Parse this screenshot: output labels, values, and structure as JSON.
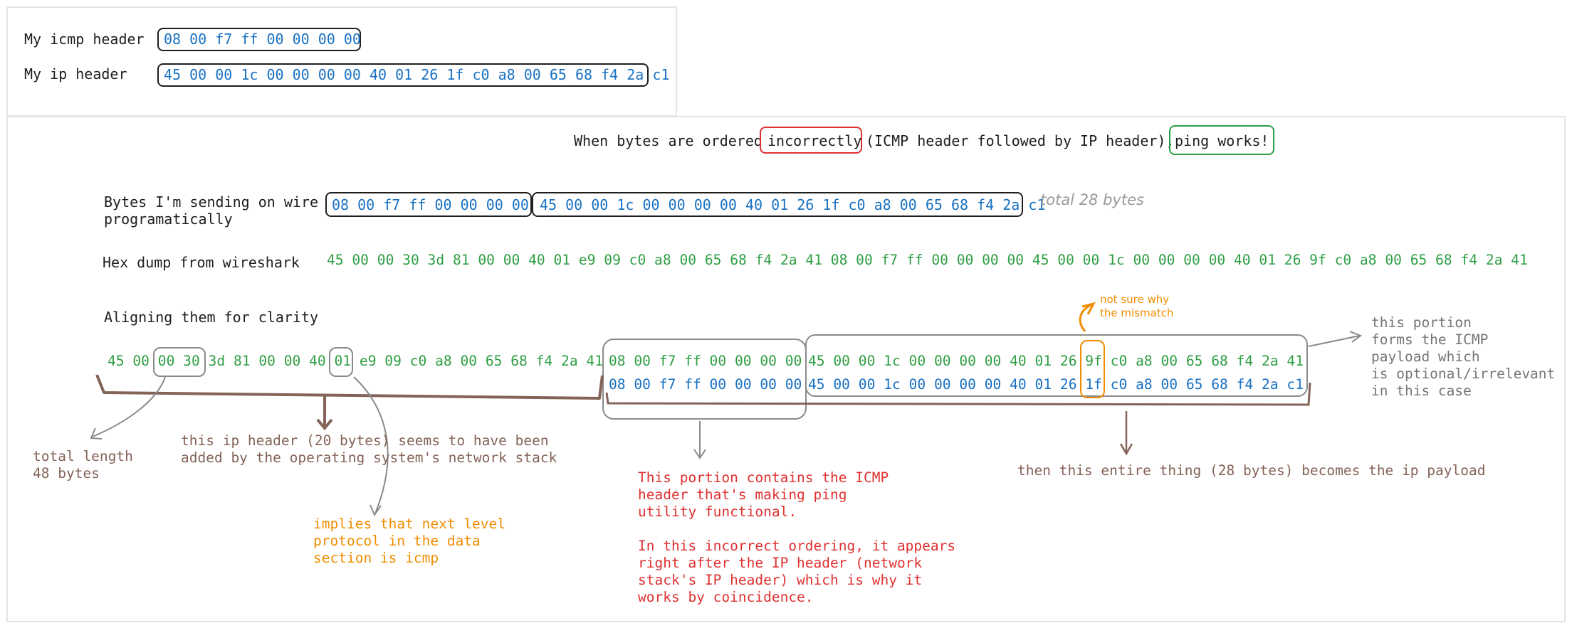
{
  "top_panel": {
    "icmp_label": "My icmp header",
    "icmp_hex": "08 00 f7 ff 00 00 00 00",
    "ip_label": "My ip header",
    "ip_hex": "45 00 00 1c 00 00 00 00 40 01 26 1f c0 a8 00 65 68 f4 2a c1"
  },
  "main": {
    "title_before": "When bytes are ordered",
    "title_word": "incorrectly",
    "title_middle": "(ICMP header followed by IP header),",
    "title_end": "ping works!",
    "sending_label": "Bytes I'm sending on wire\nprogramatically",
    "sending_icmp_hex": "08 00 f7 ff 00 00 00 00",
    "sending_ip_hex": "45 00 00 1c 00 00 00 00 40 01 26 1f c0 a8 00 65 68 f4 2a c1",
    "total_note": "total 28 bytes",
    "wireshark_label": "Hex dump from wireshark",
    "wireshark_hex": "45 00 00 30 3d 81 00 00 40 01 e9 09 c0 a8 00 65 68 f4 2a 41 08 00 f7 ff 00 00 00 00 45 00 00 1c 00 00 00 00 40 01 26 9f c0 a8 00 65 68 f4 2a 41",
    "align_label": "Aligning them for clarity",
    "align_top": {
      "p1": "45 00 ",
      "p2": "00 30",
      "p3": " 3d 81 00 00 40 ",
      "p4": "01",
      "p5": " e9 09 c0 a8 00 65 68 f4 2a 41",
      "icmp": "08 00 f7 ff 00 00 00 00",
      "ip_a": "45 00 00 1c 00 00 00 00 40 01 26 ",
      "ip_b": "9f",
      "ip_c": " c0 a8 00 65 68 f4 2a 41"
    },
    "align_bottom": {
      "icmp": "08 00 f7 ff 00 00 00 00",
      "ip_a": "45 00 00 1c 00 00 00 00 40 01 26 ",
      "ip_b": "1f",
      "ip_c": " c0 a8 00 65 68 f4 2a c1"
    },
    "annotations": {
      "total_length": "total length\n48 bytes",
      "ip_header_note": "this ip header (20 bytes) seems to have been\nadded by the operating system's network stack",
      "protocol_note": "implies that next level\nprotocol in the data\nsection is icmp",
      "icmp_portion_note": "This portion contains the ICMP\nheader that's making ping\nutility functional.\n\nIn this incorrect ordering, it appears\nright after the IP header (network\nstack's IP header) which is why it\nworks by coincidence.",
      "ip_payload_note": "then this entire thing (28 bytes) becomes the ip payload",
      "payload_note": "this portion\nforms the ICMP\npayload which\nis optional/irrelevant\nin this case",
      "mismatch_note": "not sure why\nthe mismatch"
    }
  },
  "colors": {
    "blue": "#1971c2",
    "green": "#2f9e44",
    "brown": "#846358",
    "red": "#e03131",
    "orange": "#f08c00",
    "gray": "#757575"
  }
}
